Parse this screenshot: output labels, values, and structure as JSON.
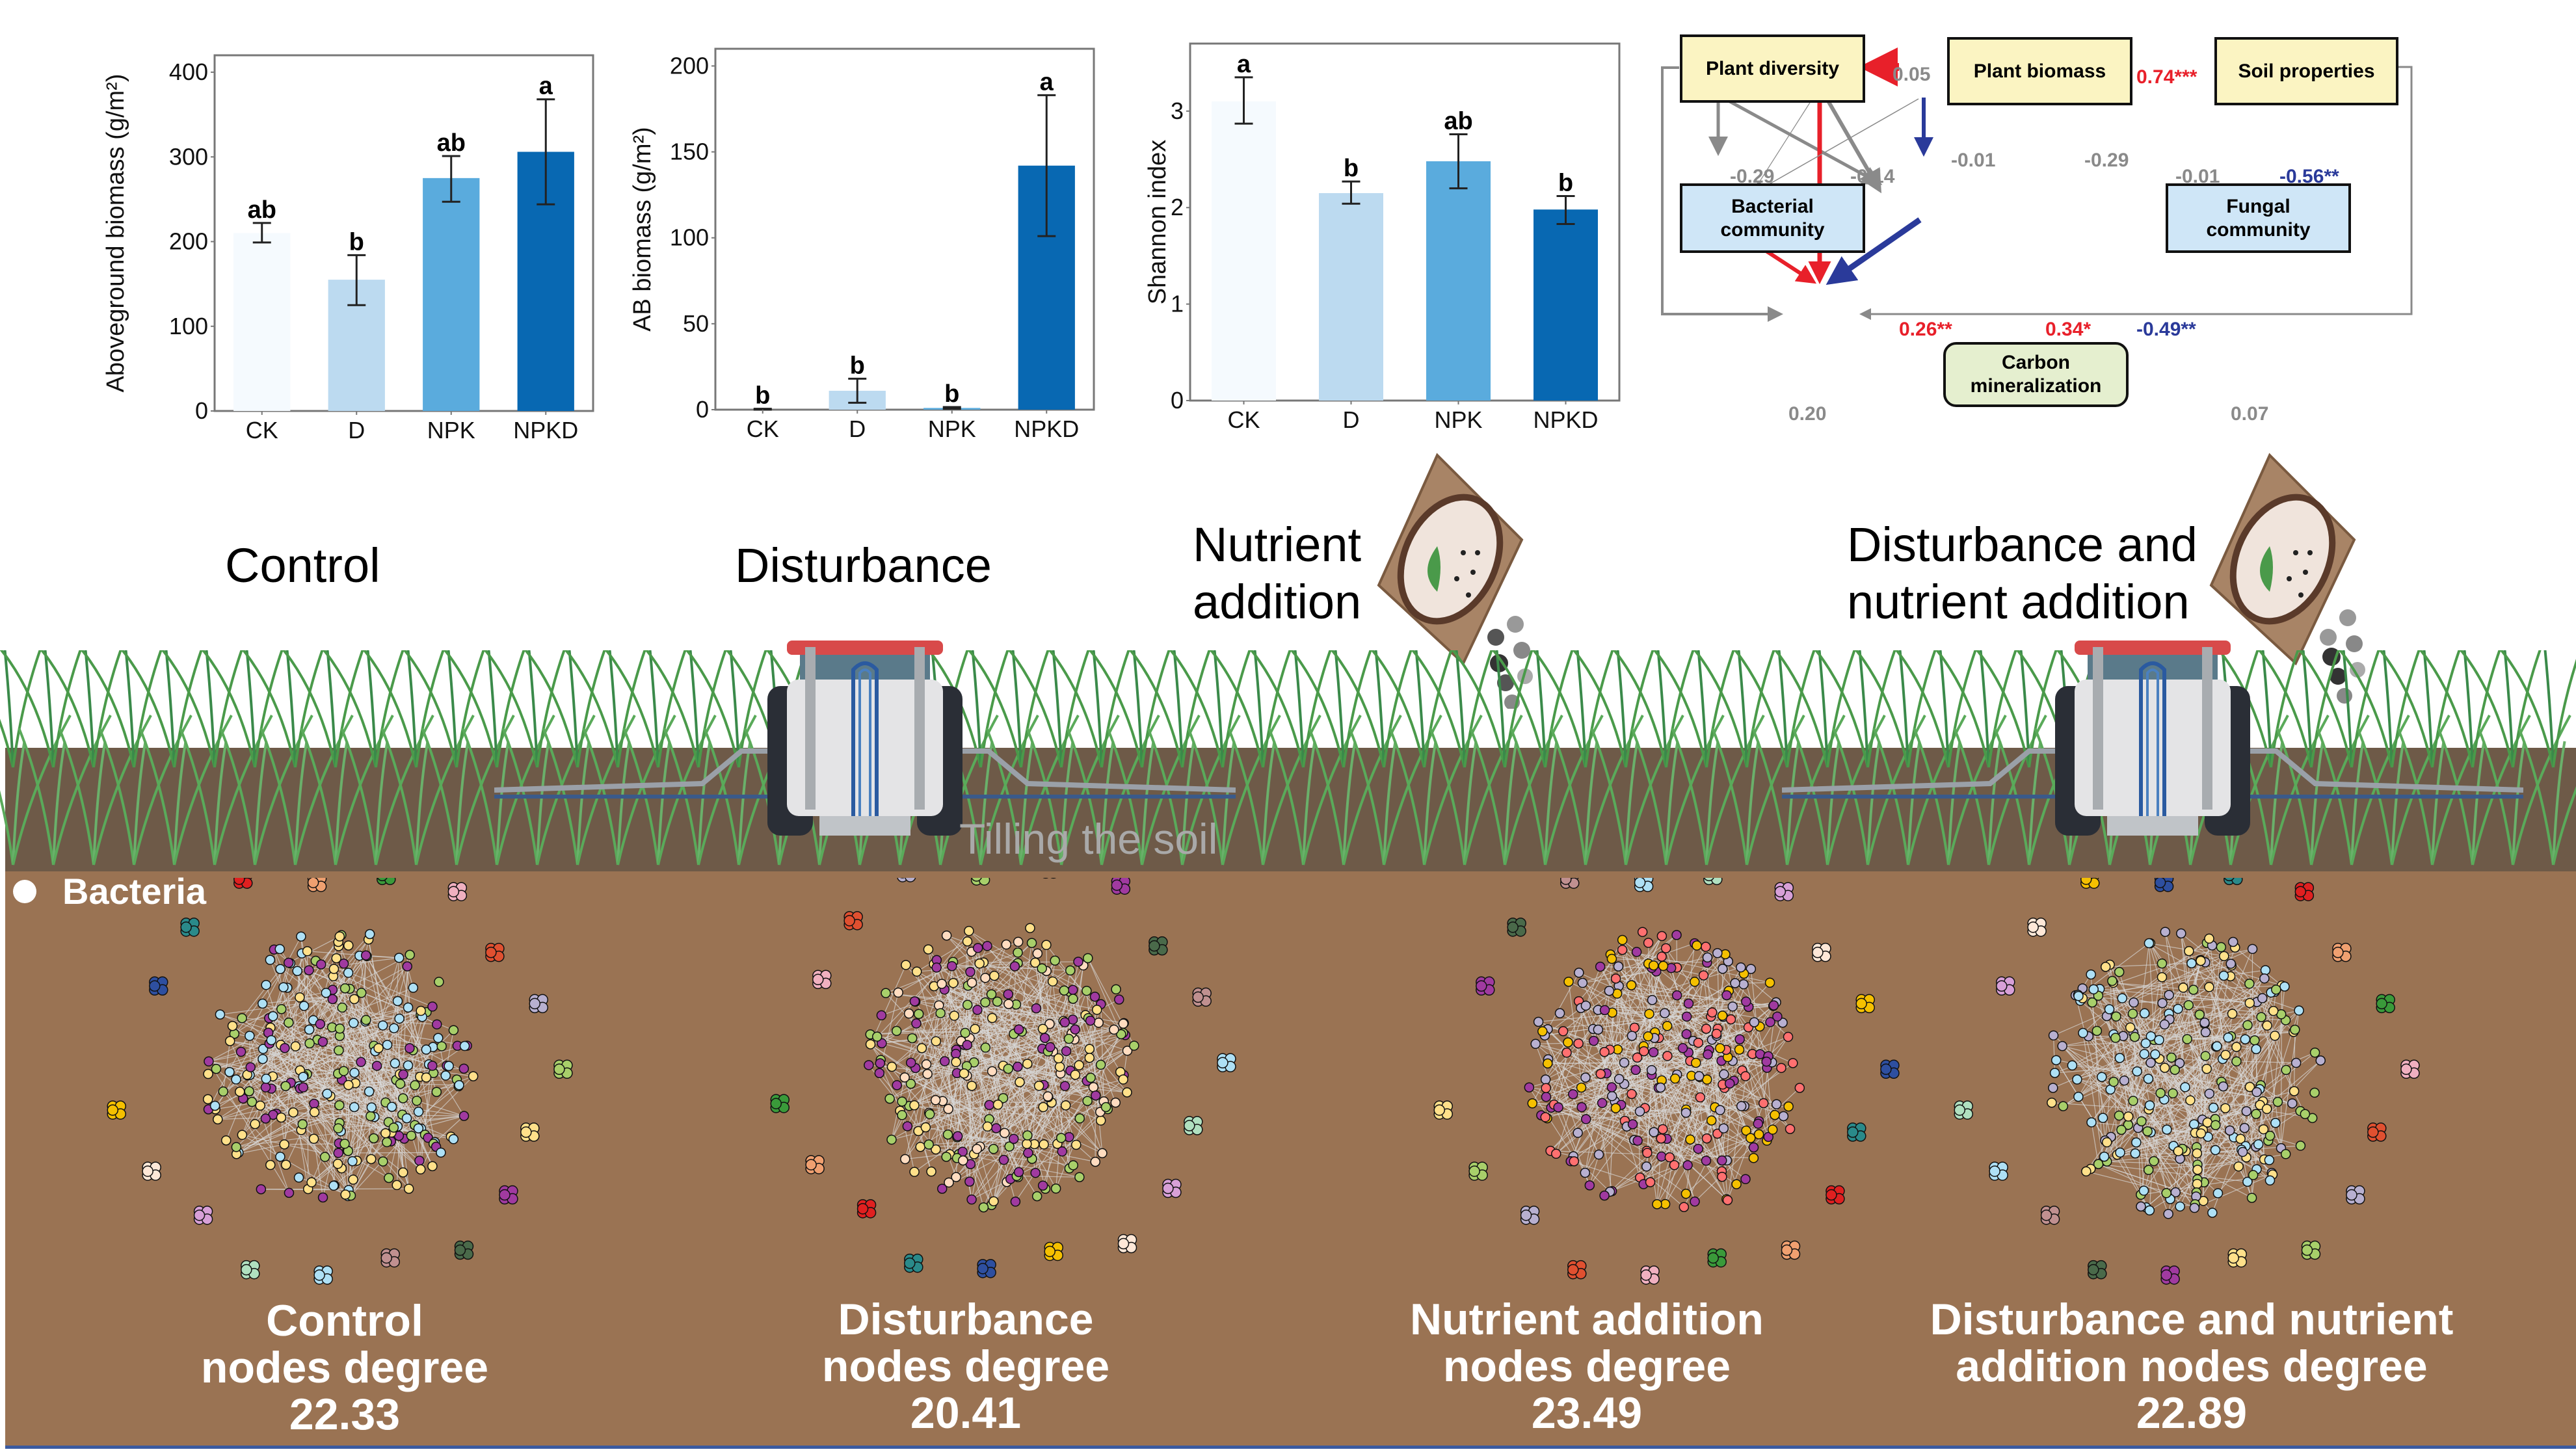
{
  "chart_data": [
    {
      "type": "bar",
      "title": "",
      "xlabel": "",
      "ylabel": "Aboveground biomass (g/m²)",
      "ylim": [
        0,
        420
      ],
      "yticks": [
        0,
        100,
        200,
        300,
        400
      ],
      "categories": [
        "CK",
        "D",
        "NPK",
        "NPKD"
      ],
      "values": [
        210,
        155,
        275,
        306
      ],
      "error_low": [
        199,
        125,
        247,
        244
      ],
      "error_high": [
        222,
        184,
        301,
        368
      ],
      "significance": [
        "ab",
        "b",
        "ab",
        "a"
      ],
      "colors": [
        "#f5fafe",
        "#bcdaf0",
        "#5aabdd",
        "#0868b2"
      ],
      "grid": false
    },
    {
      "type": "bar",
      "title": "",
      "xlabel": "",
      "ylabel": "AB biomass (g/m²)",
      "ylim": [
        0,
        210
      ],
      "yticks": [
        0,
        50,
        100,
        150,
        200
      ],
      "categories": [
        "CK",
        "D",
        "NPK",
        "NPKD"
      ],
      "values": [
        0,
        11,
        1,
        142
      ],
      "error_low": [
        0,
        4,
        0.5,
        101
      ],
      "error_high": [
        0.5,
        18,
        1.5,
        183
      ],
      "significance": [
        "b",
        "b",
        "b",
        "a"
      ],
      "colors": [
        "#f5fafe",
        "#bcdaf0",
        "#5aabdd",
        "#0868b2"
      ],
      "grid": false
    },
    {
      "type": "bar",
      "title": "",
      "xlabel": "",
      "ylabel": "Shannon index",
      "ylim": [
        0,
        3.7
      ],
      "yticks": [
        0,
        1,
        2,
        3
      ],
      "categories": [
        "CK",
        "D",
        "NPK",
        "NPKD"
      ],
      "values": [
        3.1,
        2.15,
        2.48,
        1.98
      ],
      "error_low": [
        2.87,
        2.04,
        2.2,
        1.83
      ],
      "error_high": [
        3.35,
        2.27,
        2.76,
        2.12
      ],
      "significance": [
        "a",
        "b",
        "ab",
        "b"
      ],
      "colors": [
        "#f5fafe",
        "#bcdaf0",
        "#5aabdd",
        "#0868b2"
      ],
      "grid": false
    }
  ],
  "sem": {
    "nodes": {
      "plant_diversity": "Plant diversity",
      "plant_biomass": "Plant biomass",
      "soil_properties": "Soil properties",
      "bacterial_l1": "Bacterial",
      "bacterial_l2": "community",
      "fungal_l1": "Fungal",
      "fungal_l2": "community",
      "carbon_l1": "Carbon",
      "carbon_l2": "mineralization"
    },
    "paths": [
      {
        "from": "Plant diversity",
        "to": "Plant biomass",
        "coef": "0.05",
        "color": "#8a8a8a"
      },
      {
        "from": "Soil properties",
        "to": "Plant biomass",
        "coef": "0.74***",
        "color": "#e8202a"
      },
      {
        "from": "Plant diversity",
        "to": "Bacterial community",
        "coef": "-0.29",
        "color": "#8a8a8a"
      },
      {
        "from": "Plant diversity",
        "to": "Fungal community",
        "coef": "-0.14",
        "color": "#8a8a8a"
      },
      {
        "from": "Plant biomass",
        "to": "Bacterial community",
        "coef": "-0.01",
        "color": "#8a8a8a"
      },
      {
        "from": "Plant biomass",
        "to": "Fungal community",
        "coef": "-0.29",
        "color": "#8a8a8a"
      },
      {
        "from": "Soil properties",
        "to": "Bacterial community",
        "coef": "-0.01",
        "color": "#8a8a8a"
      },
      {
        "from": "Soil properties",
        "to": "Fungal community",
        "coef": "-0.56**",
        "color": "#2a3a9a"
      },
      {
        "from": "Bacterial community",
        "to": "Carbon mineralization",
        "coef": "0.26**",
        "color": "#e8202a"
      },
      {
        "from": "Plant biomass",
        "to": "Carbon mineralization",
        "coef": "0.34*",
        "color": "#e8202a"
      },
      {
        "from": "Fungal community",
        "to": "Carbon mineralization",
        "coef": "-0.49**",
        "color": "#2a3a9a"
      },
      {
        "from": "Plant diversity",
        "to": "Carbon mineralization",
        "coef": "0.20",
        "color": "#8a8a8a"
      },
      {
        "from": "Soil properties",
        "to": "Carbon mineralization",
        "coef": "0.07",
        "color": "#8a8a8a"
      }
    ]
  },
  "scene": {
    "labels": {
      "control": "Control",
      "disturbance": "Disturbance",
      "nutrient_l1": "Nutrient",
      "nutrient_l2": "addition",
      "dn_l1": "Disturbance and",
      "dn_l2": "nutrient addition"
    },
    "tilling": "Tilling the soil",
    "bacteria_legend": "Bacteria"
  },
  "networks": [
    {
      "l1": "Control",
      "l2": "nodes degree",
      "value": "22.33",
      "palette": [
        "#aee0f5",
        "#a8cf6a",
        "#ffe08a",
        "#a03aa0"
      ]
    },
    {
      "l1": "Disturbance",
      "l2": "nodes degree",
      "value": "20.41",
      "palette": [
        "#a8cf6a",
        "#ffdcc0",
        "#a03aa0",
        "#ffe08a"
      ]
    },
    {
      "l1": "Nutrient addition",
      "l2": "nodes degree",
      "value": "23.49",
      "palette": [
        "#b8b0d0",
        "#a03aa0",
        "#ff7070",
        "#f5c000"
      ]
    },
    {
      "l1": "Disturbance and nutrient",
      "l2": "addition nodes degree",
      "value": "22.89",
      "palette": [
        "#a8cf6a",
        "#aee0f5",
        "#b8b0d0",
        "#ffe08a"
      ]
    }
  ],
  "cluster_colors": [
    "#2e4fa0",
    "#2a8a8a",
    "#e02020",
    "#f0a070",
    "#3a9a3a",
    "#f0b0c0",
    "#e05030",
    "#b8b0d0",
    "#a8cf6a",
    "#ffe08a",
    "#a03aa0",
    "#4a6a4a",
    "#c09090",
    "#aee0f5",
    "#b0e0c0",
    "#d8a0d8",
    "#ffe8d8",
    "#f5c000"
  ]
}
